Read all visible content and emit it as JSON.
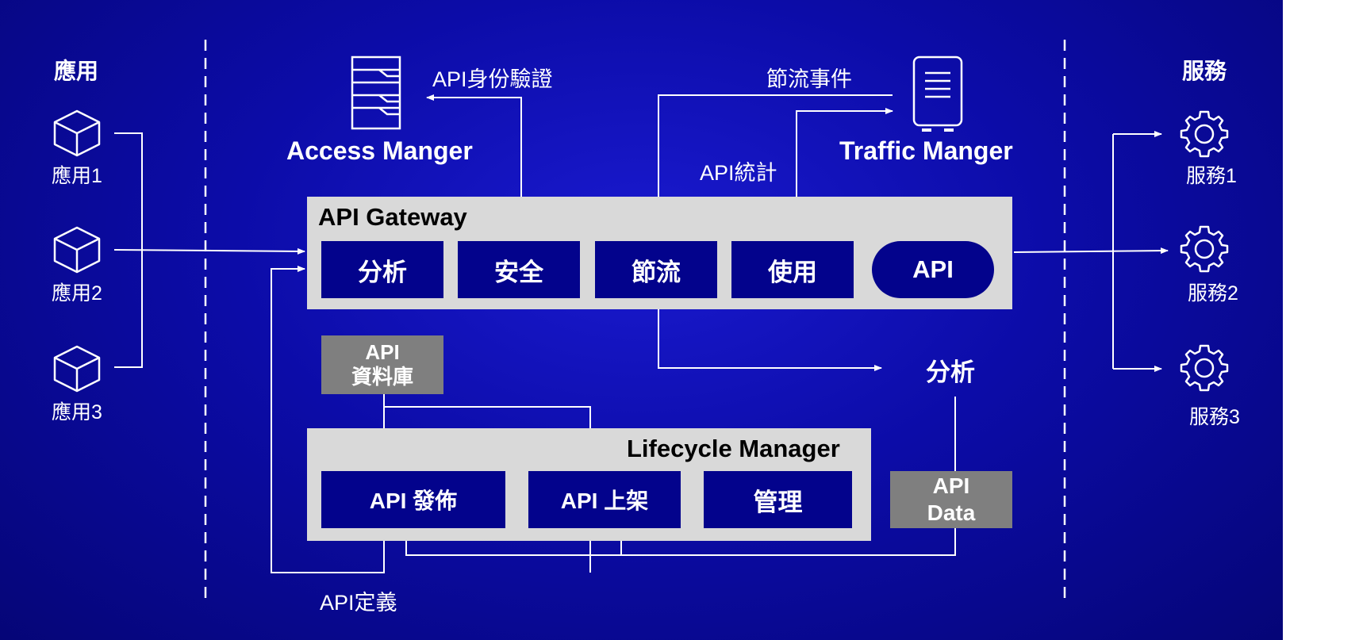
{
  "headers": {
    "apps": "應用",
    "services": "服務"
  },
  "apps": [
    "應用1",
    "應用2",
    "應用3"
  ],
  "services": [
    "服務1",
    "服務2",
    "服務3"
  ],
  "access_manager": {
    "title": "Access Manger",
    "auth_label": "API身份驗證"
  },
  "traffic_manager": {
    "title": "Traffic Manger",
    "throttle_event": "節流事件",
    "stats_label": "API統計"
  },
  "gateway": {
    "title": "API Gateway",
    "modules": [
      "分析",
      "安全",
      "節流",
      "使用"
    ],
    "api": "API"
  },
  "analysis": "分析",
  "api_db": {
    "line1": "API",
    "line2": "資料庫"
  },
  "lifecycle": {
    "title": "Lifecycle Manager",
    "modules": [
      "API 發佈",
      "API 上架",
      "管理"
    ]
  },
  "api_data": {
    "line1": "API",
    "line2": "Data"
  },
  "api_definition": "API定義",
  "colors": {
    "background": "#0c0ca8",
    "panel": "#d9d9d9",
    "module": "#03038c",
    "store": "#7f7f7f",
    "line": "#ffffff"
  }
}
